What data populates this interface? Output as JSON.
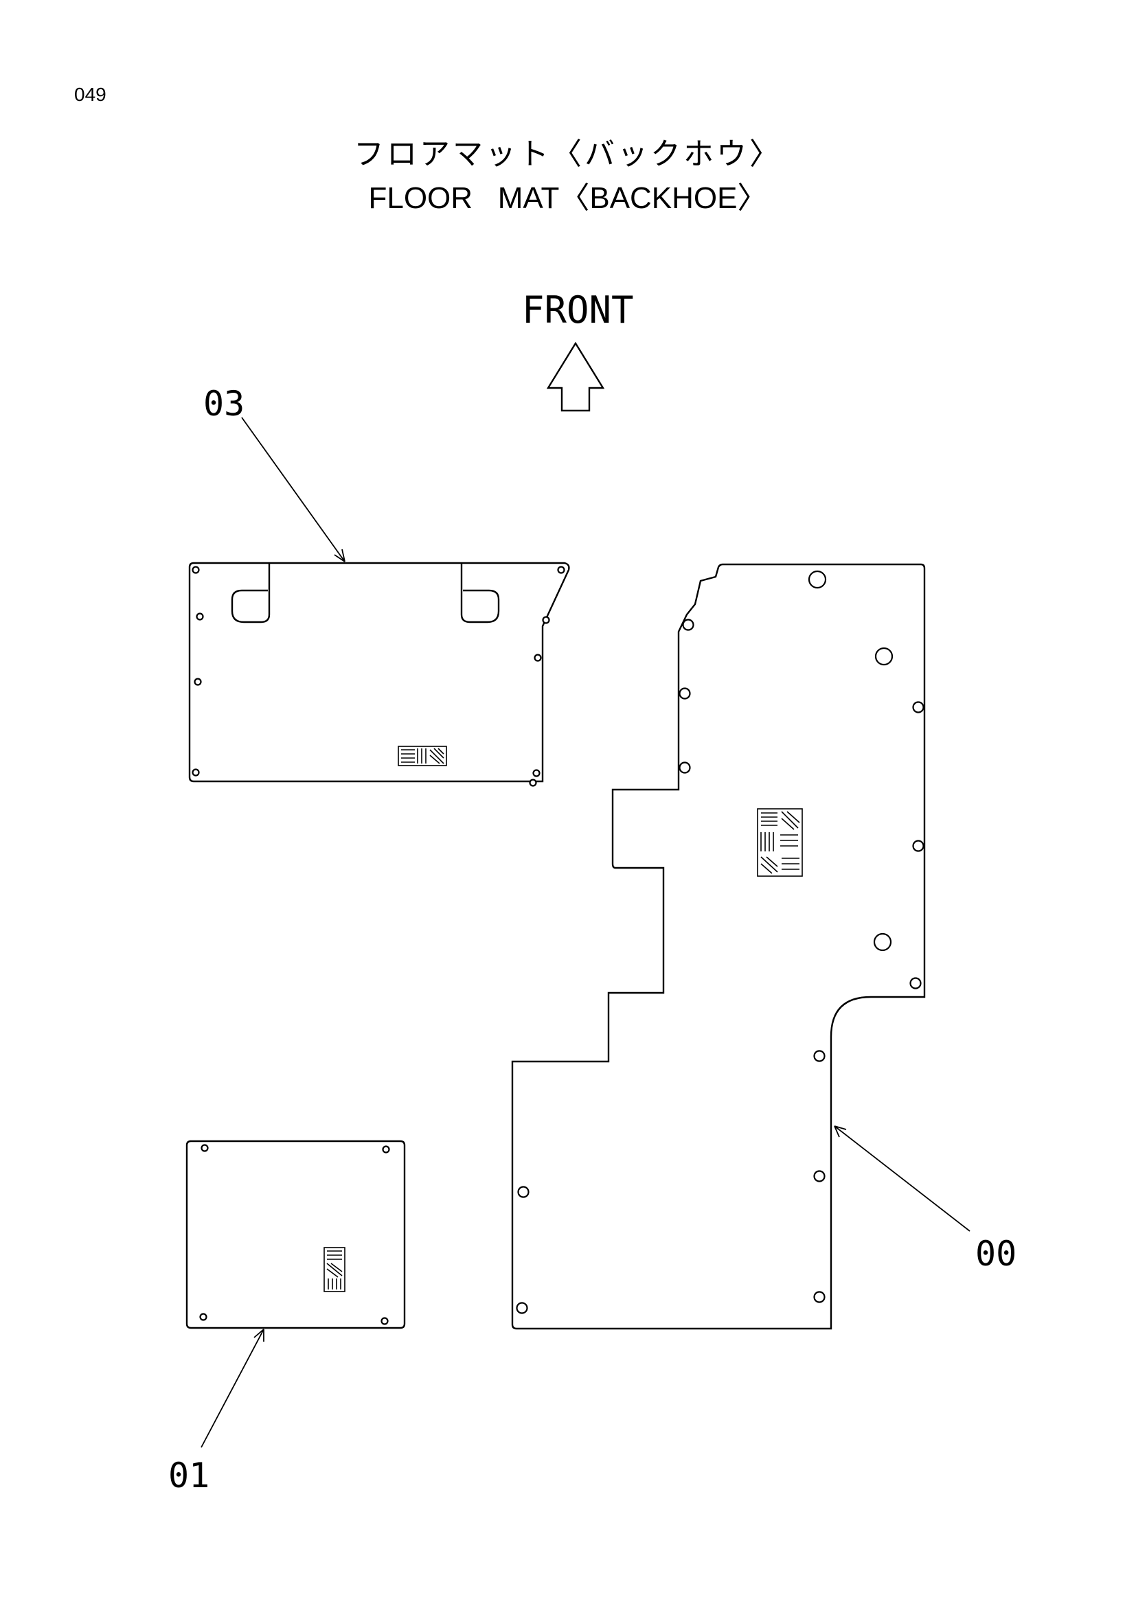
{
  "page": {
    "number": "049"
  },
  "title": {
    "japanese": "フロアマット〈バックホウ〉",
    "english": "FLOOR   MAT〈BACKHOE〉"
  },
  "orientation": {
    "label": "FRONT"
  },
  "callouts": [
    {
      "id": "03",
      "label": "03"
    },
    {
      "id": "00",
      "label": "00"
    },
    {
      "id": "01",
      "label": "01"
    }
  ]
}
